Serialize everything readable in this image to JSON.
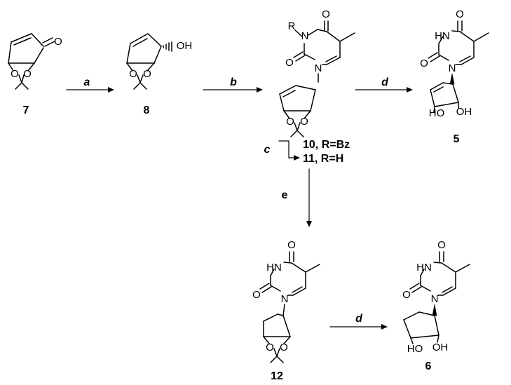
{
  "compounds": {
    "c7": "7",
    "c8": "8",
    "c10": "10, R=Bz",
    "c11": "11, R=H",
    "c5": "5",
    "c12": "12",
    "c6": "6"
  },
  "reagents": {
    "a": "a",
    "b": "b",
    "c": "c",
    "d1": "d",
    "e": "e",
    "d2": "d"
  },
  "atoms": {
    "O": "O",
    "OH": "OH",
    "HO": "HO",
    "HN": "HN",
    "N": "N",
    "R": "R"
  }
}
